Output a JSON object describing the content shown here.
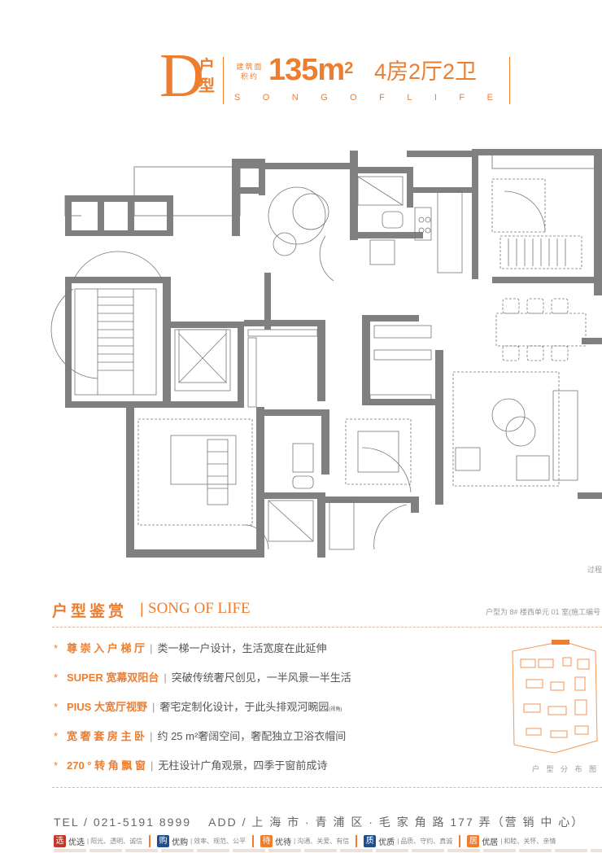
{
  "header": {
    "type_letter": "D",
    "type_suffix": "户型",
    "area_label": "建筑面积约",
    "area_value": "135m",
    "area_sup": "2",
    "rooms": "4房2厅2卫",
    "subtitle_words": [
      "S",
      "O",
      "N",
      "G",
      "O",
      "F",
      "L",
      "I",
      "F",
      "E"
    ]
  },
  "plan": {
    "cut_note": "过程"
  },
  "section": {
    "title": "户型鉴赏",
    "separator": "|",
    "title_en": "SONG OF LIFE",
    "note": "户型为 8# 楼西单元 01 室(施工编号"
  },
  "features": [
    {
      "key": "尊 崇 入 户 梯 厅",
      "desc": "类一梯一户设计，生活宽度在此延伸",
      "small": ""
    },
    {
      "key": "SUPER 宽幕双阳台",
      "desc": "突破传统奢尺创见，一半风景一半生活",
      "small": ""
    },
    {
      "key": "PIUS 大宽厅视野",
      "desc": "奢宅定制化设计，于此头排观河畹园",
      "small": "(视角)"
    },
    {
      "key": "宽 奢 套 房 主 卧",
      "desc": "约 25 m²奢阔空间，奢配独立卫浴衣帽间",
      "small": ""
    },
    {
      "key": "270 ° 转 角 飘 窗",
      "desc": "无柱设计广角观景，四季于窗前成诗",
      "small": ""
    }
  ],
  "feature_star": "*",
  "feature_bar": "|",
  "minimap": {
    "label": "户 型 分 布 图"
  },
  "footer": {
    "tel": "TEL / 021-5191 8999　 ADD / 上 海 市 · 青 浦 区 · 毛 家 角 路 177 弄（营 销 中 心）",
    "tags": [
      {
        "icon": "选",
        "name": "优选",
        "desc": "阳光、透明、诚信",
        "color": "#c0392b"
      },
      {
        "icon": "购",
        "name": "优购",
        "desc": "效率、规范、公平",
        "color": "#1f4e8c"
      },
      {
        "icon": "待",
        "name": "优待",
        "desc": "沟通、关爱、有信",
        "color": "#ee7d2e"
      },
      {
        "icon": "质",
        "name": "优质",
        "desc": "品质、守约、真诚",
        "color": "#1f4e8c"
      },
      {
        "icon": "居",
        "name": "优居",
        "desc": "和睦、关怀、亲情",
        "color": "#ee7d2e"
      }
    ]
  },
  "colors": {
    "accent": "#ee7d2e",
    "wall": "#7a7a7a",
    "text": "#555555"
  }
}
